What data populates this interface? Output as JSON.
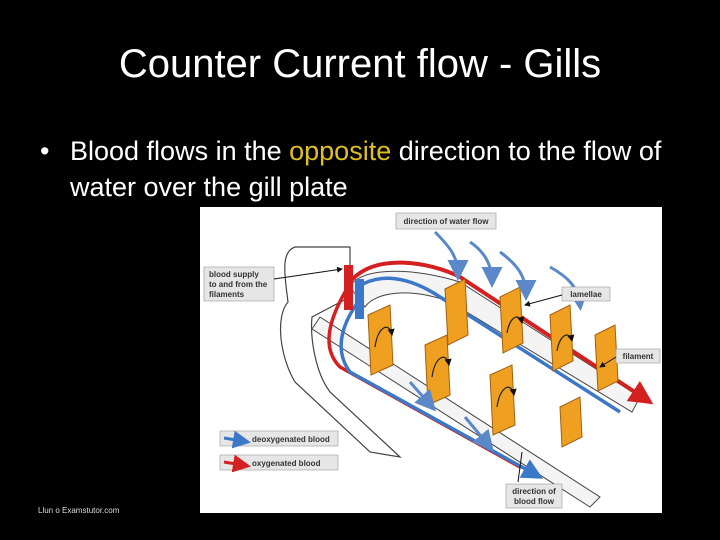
{
  "slide": {
    "title": "Counter Current flow - Gills",
    "bullet": {
      "marker": "•",
      "text_before": "Blood flows in the ",
      "highlight": "opposite",
      "text_after": " direction to the flow of water over the gill plate"
    },
    "credit": "Llun o Examstutor.com"
  },
  "diagram": {
    "labels": {
      "water_flow": "direction of water flow",
      "blood_supply_1": "blood supply",
      "blood_supply_2": "to and from the",
      "blood_supply_3": "filaments",
      "lamellae": "lamellae",
      "filament": "filament",
      "blood_flow_1": "direction of",
      "blood_flow_2": "blood flow"
    },
    "legend": {
      "deoxygenated": "deoxygenated blood",
      "oxygenated": "oxygenated blood"
    },
    "colors": {
      "deoxygenated": "#3b78c8",
      "oxygenated": "#d42020",
      "lamella": "#f0a020",
      "water_arrow": "#5b88c8"
    }
  }
}
